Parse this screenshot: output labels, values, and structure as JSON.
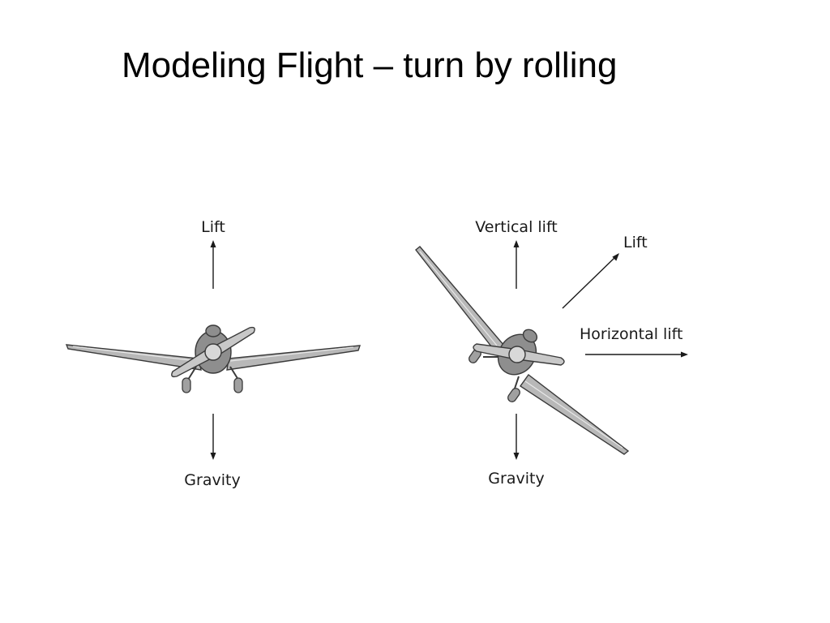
{
  "slide": {
    "title": "Modeling Flight – turn by rolling"
  },
  "level_flight": {
    "lift_label": "Lift",
    "gravity_label": "Gravity"
  },
  "banked_turn": {
    "vertical_lift_label": "Vertical lift",
    "lift_label": "Lift",
    "horizontal_lift_label": "Horizontal lift",
    "gravity_label": "Gravity"
  },
  "colors": {
    "text": "#1a1a1a",
    "airplane_fill": "#b8b8b8",
    "airplane_outline": "#3a3a3a"
  }
}
